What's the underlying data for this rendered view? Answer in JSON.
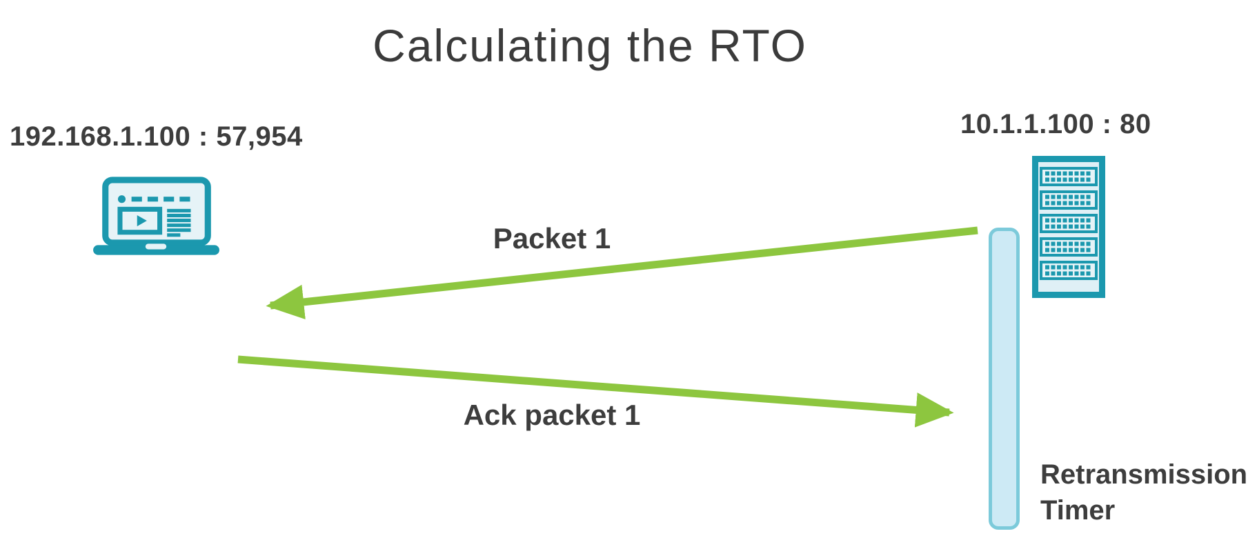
{
  "title": "Calculating the RTO",
  "client": {
    "address": "192.168.1.100 : 57,954",
    "icon": "laptop-icon"
  },
  "server": {
    "address": "10.1.1.100 : 80",
    "icon": "server-rack-icon"
  },
  "messages": [
    {
      "label": "Packet 1",
      "direction": "server-to-client"
    },
    {
      "label": "Ack packet 1",
      "direction": "client-to-server"
    }
  ],
  "timer": {
    "label": "Retransmission Timer"
  },
  "colors": {
    "arrow_green": "#8dc63f",
    "icon_teal": "#1b98ae",
    "icon_fill": "#e6f3f7",
    "timer_fill": "#cdeaf5",
    "timer_border": "#7ccada",
    "text_dark": "#3d3d3d",
    "title_gray": "#3b3b3b"
  }
}
